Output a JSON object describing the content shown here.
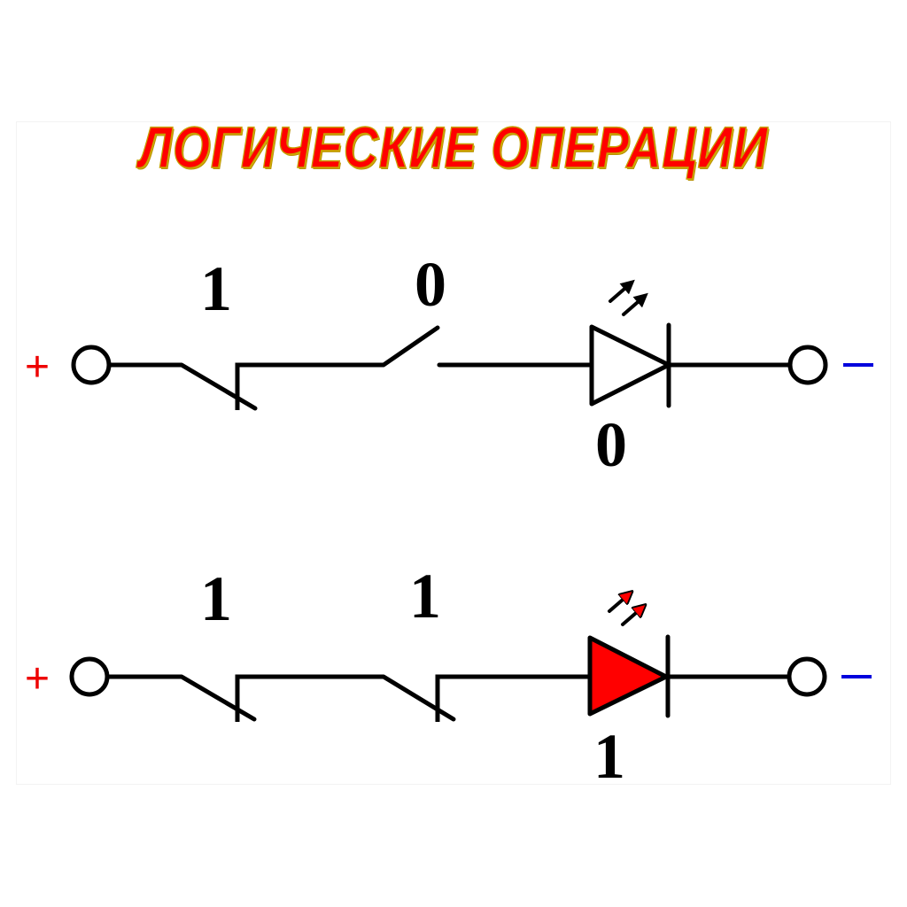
{
  "title": "ЛОГИЧЕСКИЕ ОПЕРАЦИИ",
  "colors": {
    "title_fill": "#ff0000",
    "title_outline": "#c8a000",
    "plus": "#ee0000",
    "minus": "#0000dd",
    "wire": "#000000",
    "led_on": "#ff0000"
  },
  "circuits": [
    {
      "name": "circuit-top",
      "plus_label": "+",
      "minus_label": "−",
      "switch1": {
        "state_label": "1",
        "state": "closed"
      },
      "switch2": {
        "state_label": "0",
        "state": "open"
      },
      "led": {
        "state_label": "0",
        "lit": false
      }
    },
    {
      "name": "circuit-bottom",
      "plus_label": "+",
      "minus_label": "−",
      "switch1": {
        "state_label": "1",
        "state": "closed"
      },
      "switch2": {
        "state_label": "1",
        "state": "closed"
      },
      "led": {
        "state_label": "1",
        "lit": true
      }
    }
  ]
}
